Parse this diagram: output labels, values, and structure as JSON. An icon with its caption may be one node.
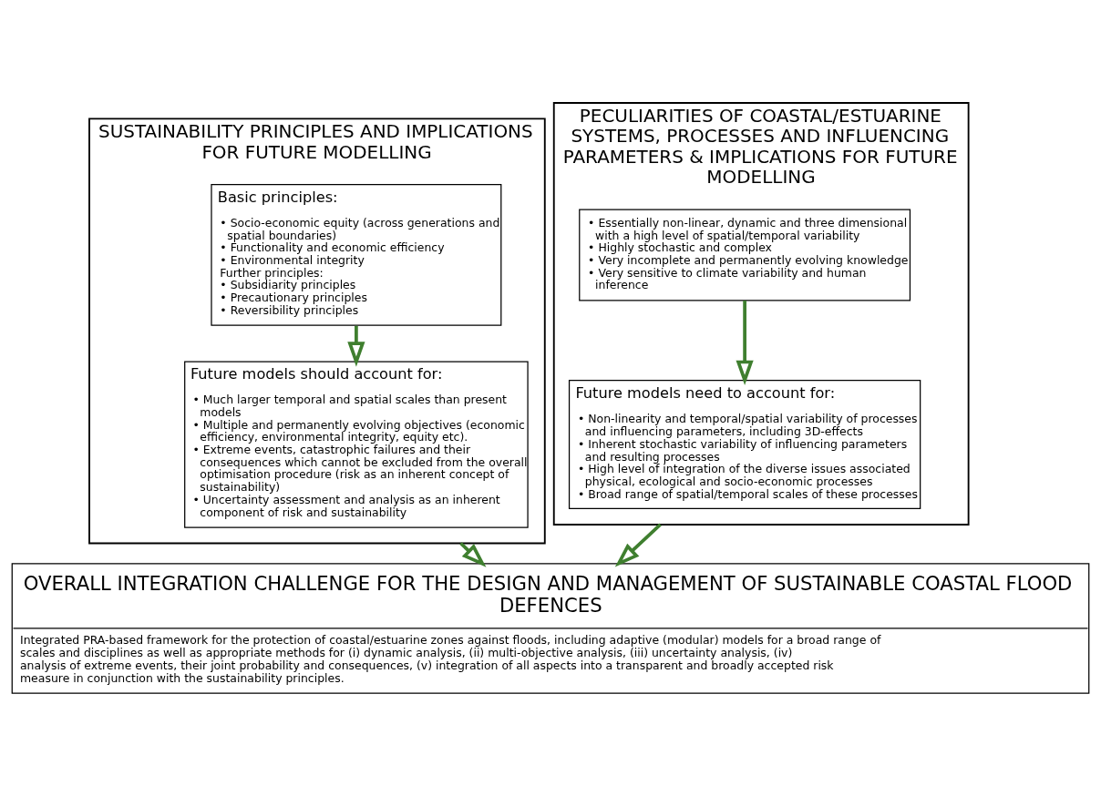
{
  "diagram": {
    "nodes": [
      {
        "text": [
          "SUSTAINABILITY PRINCIPLES AND IMPLICATIONS FOR FUTURE MODELLING"
        ]
      },
      {
        "text": [
          "Basic principles:",
          "• Socio-economic equity (across generations and spatial boundaries)",
          "• Functionality and economic efficiency",
          "• Environmental integrity",
          "Further principles:",
          "• Subsidiarity principles",
          "• Precautionary principles",
          "• Reversibility principles"
        ],
        "in": 0
      },
      {
        "text": [
          "Future models should account for:",
          "• Much larger temporal and spatial scales than present models",
          "• Multiple and permanently evolving objectives (economic efficiency, environmental integrity, equity etc).",
          "• Extreme events, catastrophic failures and their consequences which cannot be excluded from the overall optimisation procedure (risk as an inherent concept of sustainability)",
          "• Uncertainty assessment and analysis as an inherent component of risk and sustainability"
        ],
        "in": 0
      },
      {
        "text": [
          "PECULIARITIES OF COASTAL/ESTUARINE SYSTEMS, PROCESSES AND INFLUENCING PARAMETERS & IMPLICATIONS FOR FUTURE MODELLING"
        ]
      },
      {
        "text": [
          "• Essentially non-linear, dynamic and three dimensional with a high level of spatial/temporal variability",
          "• Highly stochastic and complex",
          "• Very incomplete and permanently evolving knowledge",
          "• Very sensitive to climate variability and human inference"
        ],
        "in": 3
      },
      {
        "text": [
          "Future models need to account for:",
          "• Non-linearity and temporal/spatial variability of processes and influencing parameters, including 3D-effects",
          "• Inherent stochastic variability of influencing parameters and resulting processes",
          "• High level of integration of the diverse issues associated physical, ecological and socio-economic processes",
          "• Broad range of spatial/temporal scales of these processes"
        ],
        "in": 3
      },
      {
        "text": [
          "OVERALL INTEGRATION CHALLENGE FOR THE DESIGN AND MANAGEMENT OF SUSTAINABLE COASTAL FLOOD DEFENCES",
          "Integrated PRA-based framework for the protection of coastal/estuarine zones against floods, including adaptive (modular) models for a broad range of scales and disciplines as well as appropriate methods for (i) dynamic analysis, (ii) multi-objective analysis, (iii) uncertainty analysis, (iv) analysis of extreme events, their joint probability and consequences, (v) integration of all aspects into a transparent and broadly accepted risk measure in conjunction with the sustainability principles."
        ]
      }
    ],
    "edges": [
      {
        "from": 1,
        "to": 2,
        "arrow": "to"
      },
      {
        "from": 4,
        "to": 5,
        "arrow": "to"
      },
      {
        "from": 0,
        "to": 6,
        "arrow": "to"
      },
      {
        "from": 3,
        "to": 6,
        "arrow": "to"
      }
    ]
  }
}
